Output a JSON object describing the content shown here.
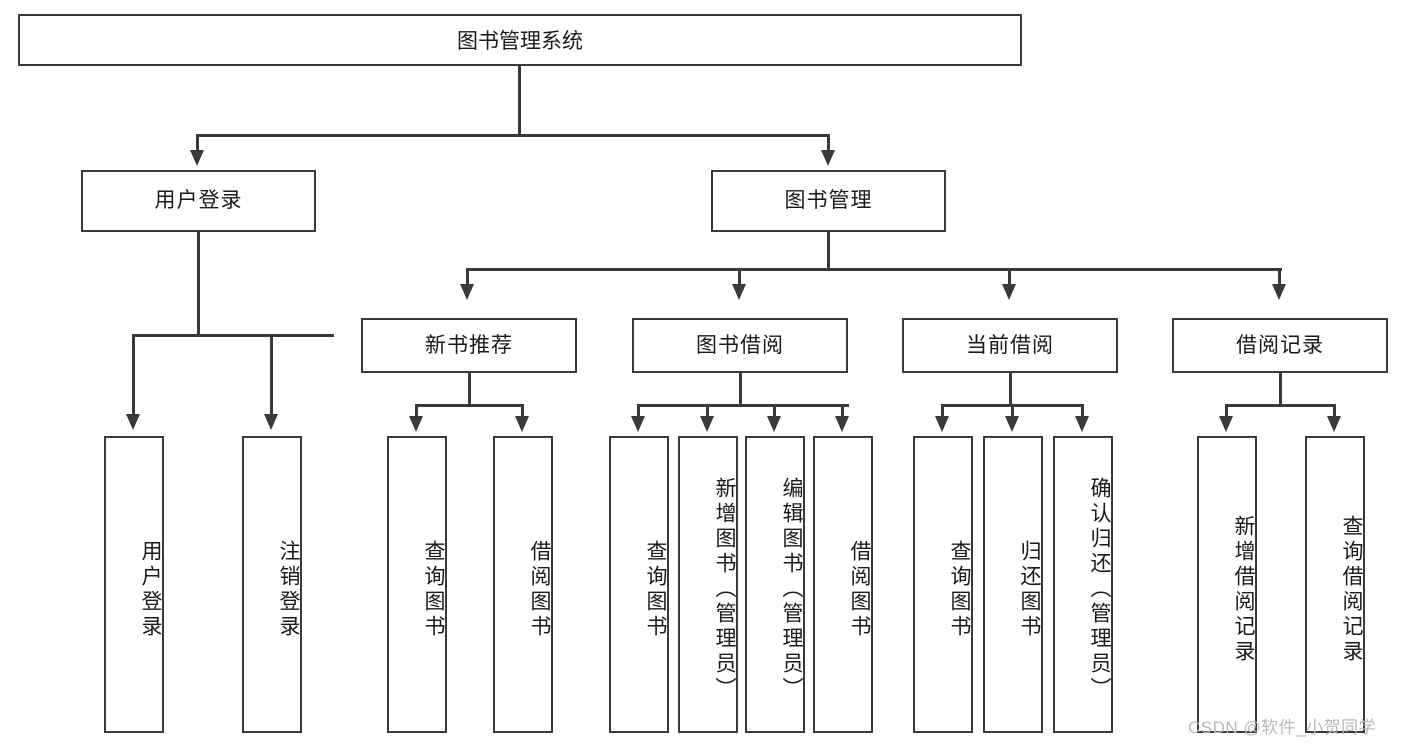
{
  "diagram": {
    "title": "图书管理系统",
    "type": "功能结构图",
    "style": {
      "border_color": "#3a3a3a",
      "fill_color": "#ffffff",
      "text_color": "#1a1a1a",
      "watermark_color": "#b9b9b9"
    },
    "root": {
      "label": "图书管理系统"
    },
    "level2": [
      {
        "label": "用户登录"
      },
      {
        "label": "图书管理"
      }
    ],
    "level3": [
      {
        "label": "新书推荐"
      },
      {
        "label": "图书借阅"
      },
      {
        "label": "当前借阅"
      },
      {
        "label": "借阅记录"
      }
    ],
    "leaves": {
      "user_login": [
        {
          "label": "用户登录"
        },
        {
          "label": "注销登录"
        }
      ],
      "new_book": [
        {
          "label": "查询图书"
        },
        {
          "label": "借阅图书"
        }
      ],
      "book_borrow": [
        {
          "label": "查询图书"
        },
        {
          "label": "新增图书（管理员）"
        },
        {
          "label": "编辑图书（管理员）"
        },
        {
          "label": "借阅图书"
        }
      ],
      "current_borrow": [
        {
          "label": "查询图书"
        },
        {
          "label": "归还图书"
        },
        {
          "label": "确认归还（管理员）"
        }
      ],
      "borrow_record": [
        {
          "label": "新增借阅记录"
        },
        {
          "label": "查询借阅记录"
        }
      ]
    }
  },
  "watermark": {
    "text": "CSDN @软件_小贺同学"
  }
}
